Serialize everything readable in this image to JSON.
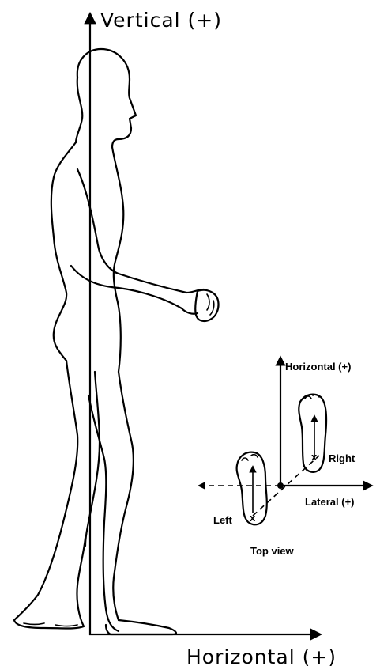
{
  "main_axes": {
    "vertical_label": "Vertical (+)",
    "horizontal_label": "Horizontal (+)"
  },
  "top_view": {
    "horizontal_label": "Horizontal (+)",
    "lateral_label": "Lateral (+)",
    "left_label": "Left",
    "right_label": "Right",
    "caption": "Top view",
    "left_marker": "x",
    "right_marker": "x"
  }
}
